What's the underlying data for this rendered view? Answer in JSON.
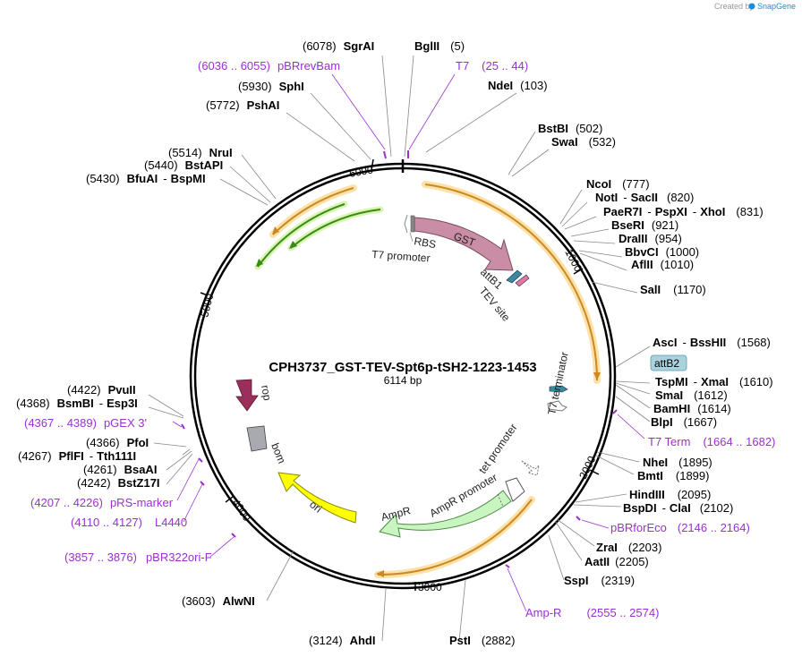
{
  "credit": {
    "text": "Created by",
    "brand": "SnapGene"
  },
  "plasmid": {
    "name": "CPH3737_GST-TEV-Spt6p-tSH2-1223-1453",
    "size": "6114 bp"
  },
  "ring_ticks": [
    "1000",
    "2000",
    "3000",
    "4000",
    "5000",
    "6000"
  ],
  "sites": [
    {
      "name": "SgrAI",
      "pos": "(6078)"
    },
    {
      "name": "BglII",
      "pos": "(5)"
    },
    {
      "name": "NdeI",
      "pos": "(103)"
    },
    {
      "name": "SphI",
      "pos": "(5930)"
    },
    {
      "name": "PshAI",
      "pos": "(5772)"
    },
    {
      "name": "BstBI",
      "pos": "(502)"
    },
    {
      "name": "SwaI",
      "pos": "(532)"
    },
    {
      "name": "NruI",
      "pos": "(5514)"
    },
    {
      "name": "BstAPI",
      "pos": "(5440)"
    },
    {
      "name": "BfuAI",
      "name2": "BspMI",
      "pos": "(5430)"
    },
    {
      "name": "NcoI",
      "pos": "(777)"
    },
    {
      "name": "NotI",
      "name2": "SacII",
      "pos": "(820)"
    },
    {
      "name": "PaeR7I",
      "name2": "PspXI",
      "name3": "XhoI",
      "pos": "(831)"
    },
    {
      "name": "BseRI",
      "pos": "(921)"
    },
    {
      "name": "DraIII",
      "pos": "(954)"
    },
    {
      "name": "BbvCI",
      "pos": "(1000)"
    },
    {
      "name": "AflII",
      "pos": "(1010)"
    },
    {
      "name": "SalI",
      "pos": "(1170)"
    },
    {
      "name": "AscI",
      "name2": "BssHII",
      "pos": "(1568)"
    },
    {
      "name": "TspMI",
      "name2": "XmaI",
      "pos": "(1610)"
    },
    {
      "name": "SmaI",
      "pos": "(1612)"
    },
    {
      "name": "BamHI",
      "pos": "(1614)"
    },
    {
      "name": "BlpI",
      "pos": "(1667)"
    },
    {
      "name": "NheI",
      "pos": "(1895)"
    },
    {
      "name": "BmtI",
      "pos": "(1899)"
    },
    {
      "name": "HindIII",
      "pos": "(2095)"
    },
    {
      "name": "BspDI",
      "name2": "ClaI",
      "pos": "(2102)"
    },
    {
      "name": "ZraI",
      "pos": "(2203)"
    },
    {
      "name": "AatII",
      "pos": "(2205)"
    },
    {
      "name": "SspI",
      "pos": "(2319)"
    },
    {
      "name": "PstI",
      "pos": "(2882)"
    },
    {
      "name": "AhdI",
      "pos": "(3124)"
    },
    {
      "name": "AlwNI",
      "pos": "(3603)"
    },
    {
      "name": "PvuII",
      "pos": "(4422)"
    },
    {
      "name": "BsmBI",
      "name2": "Esp3I",
      "pos": "(4368)"
    },
    {
      "name": "PfoI",
      "pos": "(4366)"
    },
    {
      "name": "PflFI",
      "name2": "Tth111I",
      "pos": "(4267)"
    },
    {
      "name": "BsaAI",
      "pos": "(4261)"
    },
    {
      "name": "BstZ17I",
      "pos": "(4242)"
    }
  ],
  "primers": [
    {
      "name": "pBRrevBam",
      "range": "(6036 .. 6055)"
    },
    {
      "name": "T7",
      "range": "(25 .. 44)"
    },
    {
      "name": "T7 Term",
      "range": "(1664 .. 1682)"
    },
    {
      "name": "pBRforEco",
      "range": "(2146 .. 2164)"
    },
    {
      "name": "Amp-R",
      "range": "(2555 .. 2574)"
    },
    {
      "name": "pGEX 3'",
      "range": "(4367 .. 4389)"
    },
    {
      "name": "pRS-marker",
      "range": "(4207 .. 4226)"
    },
    {
      "name": "L4440",
      "range": "(4110 .. 4127)"
    },
    {
      "name": "pBR322ori-F",
      "range": "(3857 .. 3876)"
    }
  ],
  "features": {
    "gst": "GST",
    "rbs": "RBS",
    "t7_promoter": "T7 promoter",
    "attb1": "attB1",
    "tev_site": "TEV site",
    "attb2": "attB2",
    "t7_terminator": "T7 terminator",
    "tet_promoter": "tet promoter",
    "ampr_promoter": "AmpR promoter",
    "ampr": "AmpR",
    "ori": "ori",
    "rop": "rop",
    "bom": "bom"
  },
  "colors": {
    "gst": "#c98ea6",
    "ampr": "#c8f5c0",
    "ori": "#ffff00",
    "rop": "#9a2f5b",
    "bom": "#a8aab0",
    "orf": "#cc8822",
    "orf_glow": "#fce2a8",
    "orf2": "#3a8a1a",
    "orf2_glow": "#d8f5b0",
    "primer": "#9b30d0",
    "attbox": "#aad2de"
  }
}
